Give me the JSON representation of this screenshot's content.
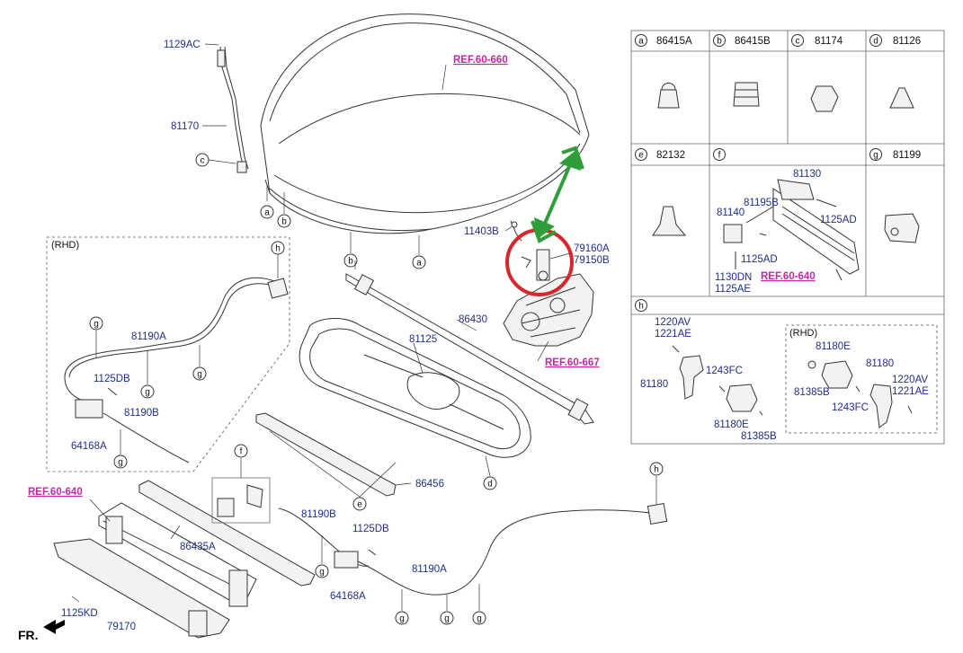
{
  "colors": {
    "part_number": "#1f2e8c",
    "reference": "#c02aa8",
    "annotation_circle": "#d8262c",
    "annotation_arrow": "#2f9e3a"
  },
  "labels": {
    "p1129AC": "1129AC",
    "p81170": "81170",
    "refHood": "REF.60-660",
    "p11403B": "11403B",
    "p79160A": "79160A",
    "p79150B": "79150B",
    "rhd1": "(RHD)",
    "p81190A_l": "81190A",
    "p1125DB_l": "1125DB",
    "p81190B_l": "81190B",
    "p64168A_l": "64168A",
    "p86430": "86430",
    "p81125": "81125",
    "refLatch": "REF.60-667",
    "p86456": "86456",
    "refMember": "REF.60-640",
    "p86435A": "86435A",
    "p81190B_c": "81190B",
    "p1125DB_c": "1125DB",
    "p64168A_c": "64168A",
    "p81190A_c": "81190A",
    "p1125KD": "1125KD",
    "p79170": "79170",
    "fr": "FR."
  },
  "table": {
    "row1": [
      {
        "letter": "a",
        "part": "86415A"
      },
      {
        "letter": "b",
        "part": "86415B"
      },
      {
        "letter": "c",
        "part": "81174"
      },
      {
        "letter": "d",
        "part": "81126"
      }
    ],
    "row2": [
      {
        "letter": "e",
        "part": "82132"
      },
      {
        "letter": "f",
        "part": ""
      },
      {
        "letter": "g",
        "part": "81199"
      }
    ],
    "f_parts": {
      "p81130": "81130",
      "p81195B": "81195B",
      "p81140": "81140",
      "p1125AD_1": "1125AD",
      "p1125AD_2": "1125AD",
      "p1130DN": "1130DN",
      "p1125AE": "1125AE",
      "refMember": "REF.60-640"
    },
    "row3": {
      "letter": "h"
    },
    "h_parts": {
      "p1220AV": "1220AV",
      "p1221AE": "1221AE",
      "p1243FC": "1243FC",
      "p81180": "81180",
      "p81180E": "81180E",
      "p81385B": "81385B",
      "rhd": "(RHD)",
      "r81180E": "81180E",
      "r81180": "81180",
      "r81385B": "81385B",
      "r1220AV": "1220AV",
      "r1221AE": "1221AE",
      "r1243FC": "1243FC"
    }
  },
  "callouts": {
    "a": "a",
    "b": "b",
    "c": "c",
    "d": "d",
    "e": "e",
    "f": "f",
    "g": "g",
    "h": "h"
  }
}
